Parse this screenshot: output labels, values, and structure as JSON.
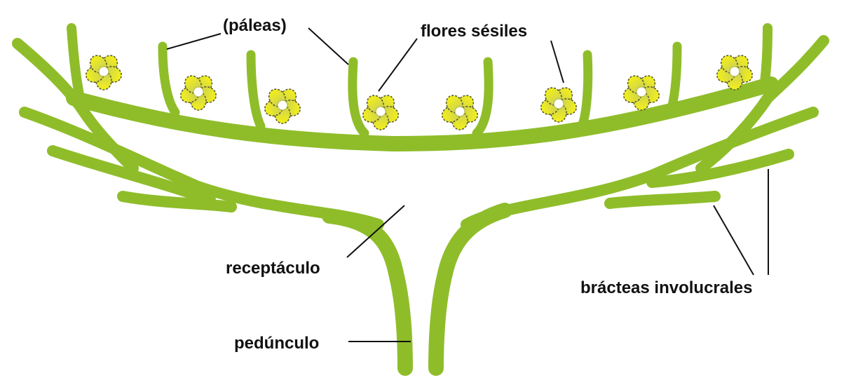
{
  "title": "Inflorescencia capítulo",
  "colors": {
    "stem": "#8fbd2a",
    "petal_top": "#f4f01a",
    "petal_bottom": "#c9cf55",
    "petal_outline": "#5a5a30",
    "text": "#111111",
    "background": "#ffffff"
  },
  "labels": {
    "paleas": "(páleas)",
    "flores": "flores sésiles",
    "receptaculo": "receptáculo",
    "pedunculo": "pedúnculo",
    "bracteas": "brácteas involucrales"
  },
  "flowers": [
    {
      "name": "flower-1"
    },
    {
      "name": "flower-2"
    },
    {
      "name": "flower-3"
    },
    {
      "name": "flower-4"
    },
    {
      "name": "flower-5"
    },
    {
      "name": "flower-6"
    },
    {
      "name": "flower-7"
    },
    {
      "name": "flower-8"
    }
  ]
}
